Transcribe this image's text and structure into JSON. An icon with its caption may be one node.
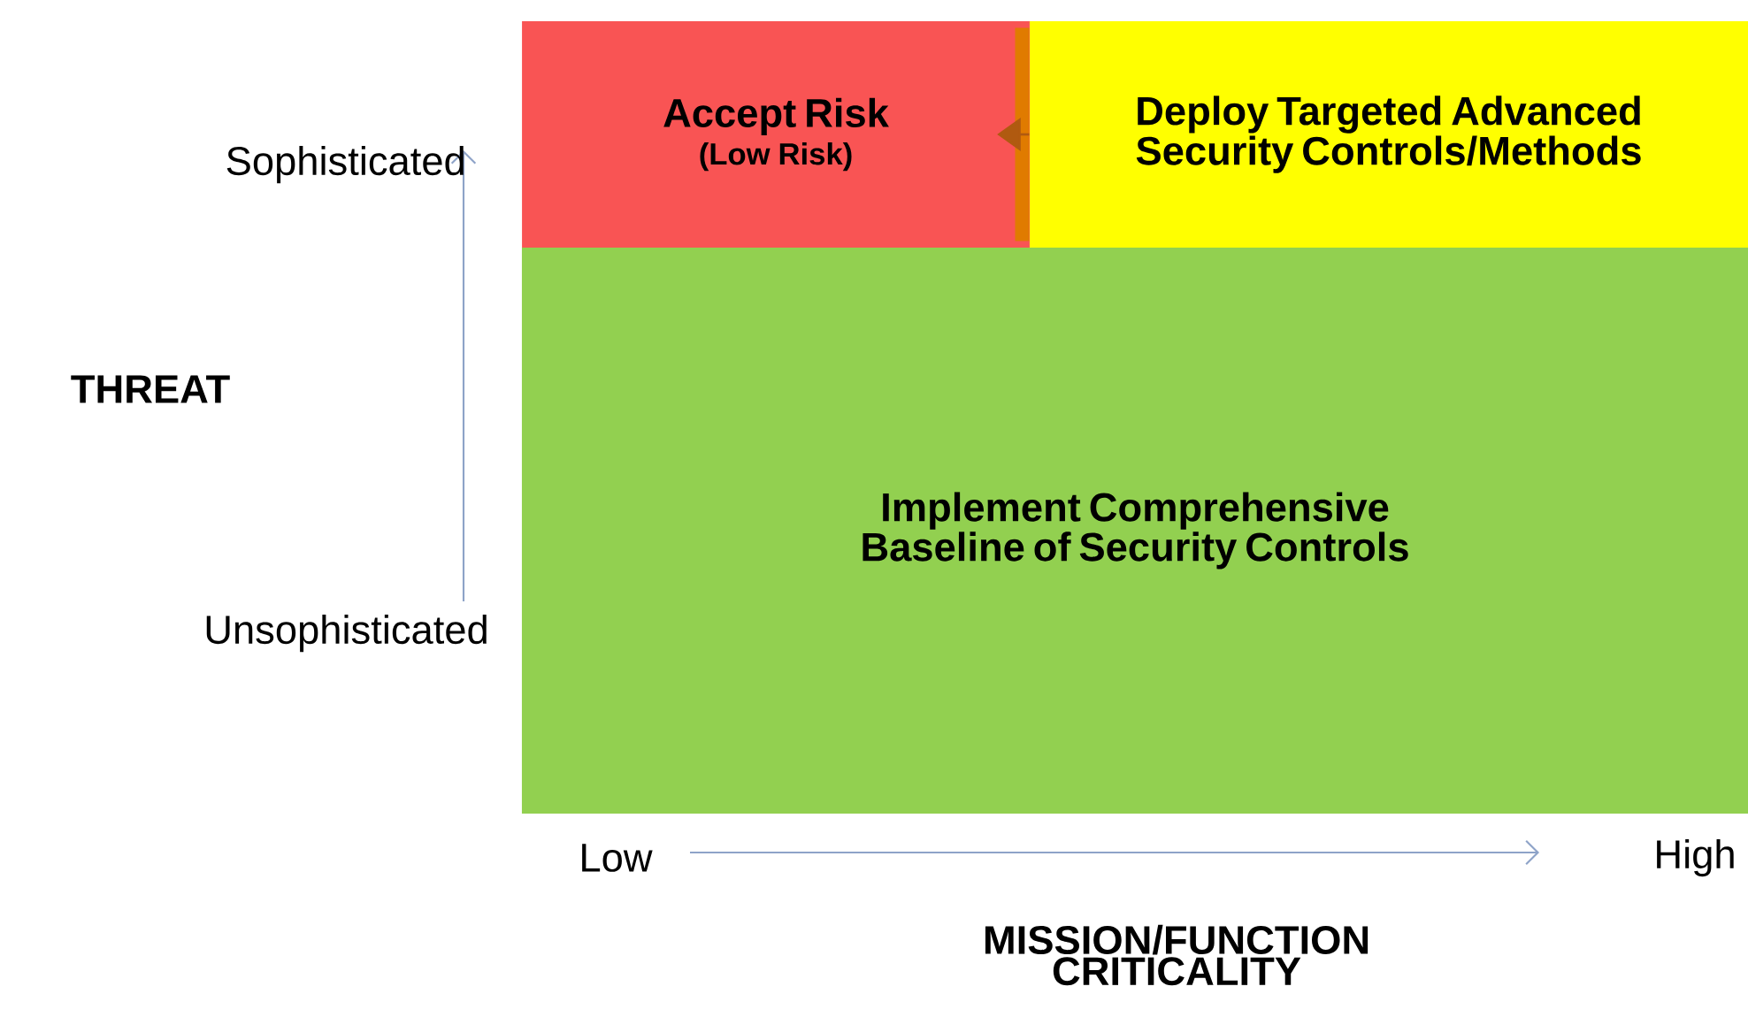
{
  "diagram": {
    "nodes": [
      {
        "text": [
          "Accept Risk",
          "(Low Risk)"
        ]
      },
      {
        "text": [
          "Deploy Targeted Advanced Security Controls/Methods"
        ]
      },
      {
        "text": [
          "Implement Comprehensive Baseline of Security Controls"
        ]
      }
    ],
    "edges": [
      {
        "from": 1,
        "to": 0,
        "arrow": "to",
        "color": "#b05a10"
      }
    ],
    "labels": [
      "Sophisticated",
      "THREAT",
      "Unsophisticated",
      "Low",
      "High",
      "MISSION/FUNCTION CRITICALITY"
    ]
  }
}
